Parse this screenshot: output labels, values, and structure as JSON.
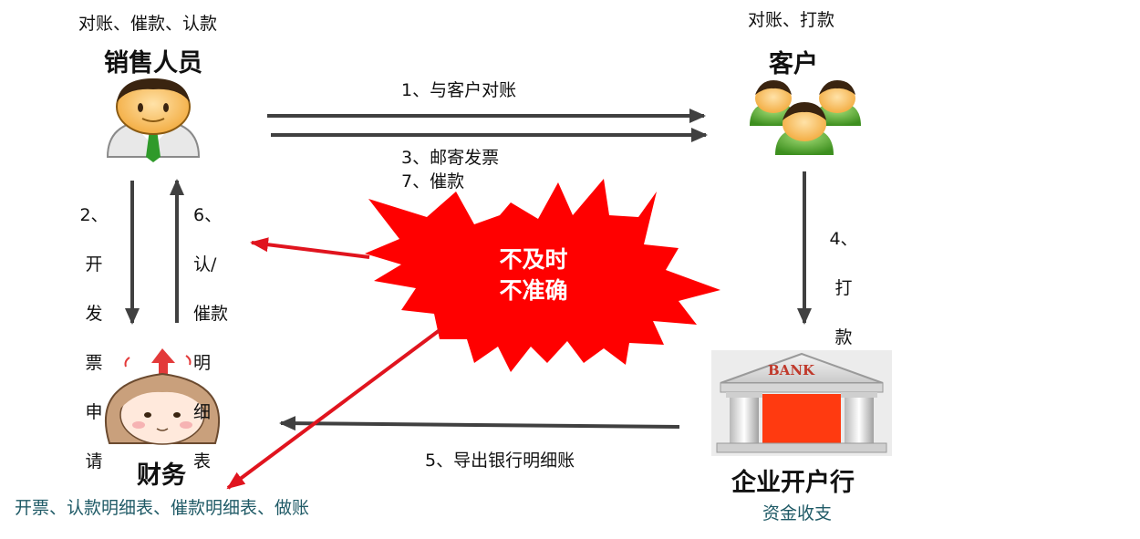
{
  "sales": {
    "role_label": "销售人员",
    "tasks": "对账、催款、认款"
  },
  "customer": {
    "role_label": "客户",
    "tasks": "对账、打款"
  },
  "finance": {
    "role_label": "财务",
    "tasks": "开票、认款明细表、催款明细表、做账"
  },
  "bank": {
    "role_label": "企业开户行",
    "tasks": "资金收支",
    "sign_text": "BANK"
  },
  "flows": {
    "step1": "1、与客户对账",
    "step3": "3、邮寄发票",
    "step7": "7、催款",
    "step2_lines": [
      "2、",
      "开",
      "发",
      "票",
      "申",
      "请"
    ],
    "step6_lines": [
      "6、",
      "认/",
      "催款",
      "明",
      "细",
      "表"
    ],
    "step4_lines": [
      "4、",
      "打",
      "款"
    ],
    "step5": "5、导出银行明细账"
  },
  "problem": {
    "lines": [
      "不及时",
      "不准确"
    ]
  },
  "colors": {
    "arrow": "#404040",
    "problem": "#ff0000",
    "problem_arrow": "#e0141e",
    "teal_text": "#1f5a66"
  }
}
